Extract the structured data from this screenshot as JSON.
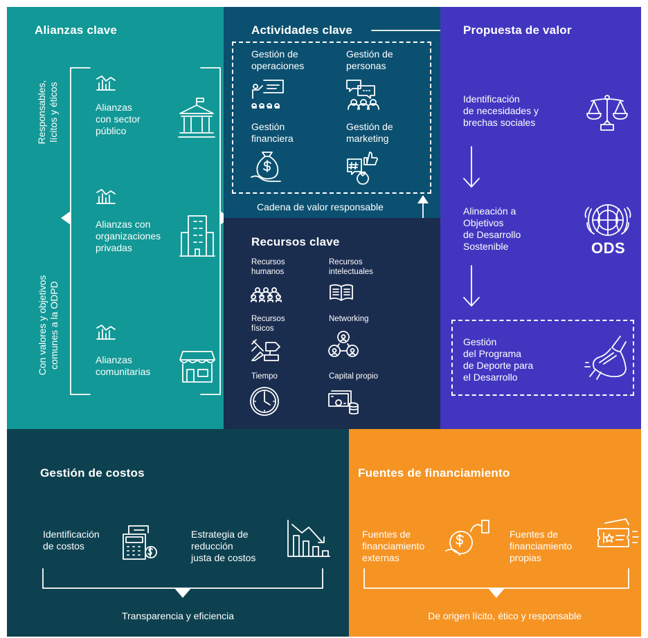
{
  "colors": {
    "teal": "#129896",
    "navy_teal": "#0b5070",
    "navy": "#1b2d4f",
    "purple": "#4236c0",
    "dark_teal": "#0d4150",
    "orange": "#f59423"
  },
  "alianzas": {
    "title": "Alianzas clave",
    "vertical_top": "Responsables,\nlícitos y éticos",
    "vertical_bottom": "Con valores y objetivos\ncomunes a la ODPD",
    "items": [
      {
        "label": "Alianzas\ncon sector\npúblico",
        "icon": "government-building-icon"
      },
      {
        "label": "Alianzas con\norganizaciones\nprivadas",
        "icon": "office-building-icon"
      },
      {
        "label": "Alianzas\ncomunitarias",
        "icon": "storefront-icon"
      }
    ]
  },
  "actividades": {
    "title": "Actividades clave",
    "items": [
      {
        "label": "Gestión de\noperaciones",
        "icon": "presentation-icon"
      },
      {
        "label": "Gestión de\npersonas",
        "icon": "team-chat-icon"
      },
      {
        "label": "Gestión\nfinanciera",
        "icon": "money-bag-icon"
      },
      {
        "label": "Gestión de\nmarketing",
        "icon": "social-media-icon"
      }
    ],
    "footer": "Cadena de valor responsable"
  },
  "recursos": {
    "title": "Recursos clave",
    "items": [
      {
        "label": "Recursos\nhumanos",
        "icon": "people-group-icon"
      },
      {
        "label": "Recursos\nintelectuales",
        "icon": "book-icon"
      },
      {
        "label": "Recursos\nfísicos",
        "icon": "tools-icon"
      },
      {
        "label": "Networking",
        "icon": "network-icon"
      },
      {
        "label": "Tiempo",
        "icon": "clock-icon"
      },
      {
        "label": "Capital propio",
        "icon": "cash-coins-icon"
      }
    ]
  },
  "propuesta": {
    "title": "Propuesta de valor",
    "items": [
      {
        "label": "Identificación\nde necesidades y\nbrechas sociales",
        "icon": "scales-icon"
      },
      {
        "label": "Alineación a\nObjetivos\nde Desarrollo\nSostenible",
        "icon": "un-emblem-icon"
      },
      {
        "label": "Gestión\ndel Programa\nde Deporte para\nel Desarrollo",
        "icon": "running-shoe-icon"
      }
    ],
    "ods_label": "ODS"
  },
  "costos": {
    "title": "Gestión de costos",
    "items": [
      {
        "label": "Identificación\nde costos",
        "icon": "calculator-icon"
      },
      {
        "label": "Estrategia de\nreducción\njusta de costos",
        "icon": "declining-chart-icon"
      }
    ],
    "footer": "Transparencia y eficiencia"
  },
  "financiamiento": {
    "title": "Fuentes de financiamiento",
    "items": [
      {
        "label": "Fuentes de\nfinanciamiento\nexternas",
        "icon": "hand-coin-icon"
      },
      {
        "label": "Fuentes de\nfinanciamiento\npropias",
        "icon": "ticket-icon"
      }
    ],
    "footer": "De origen lícito, ético y responsable"
  }
}
